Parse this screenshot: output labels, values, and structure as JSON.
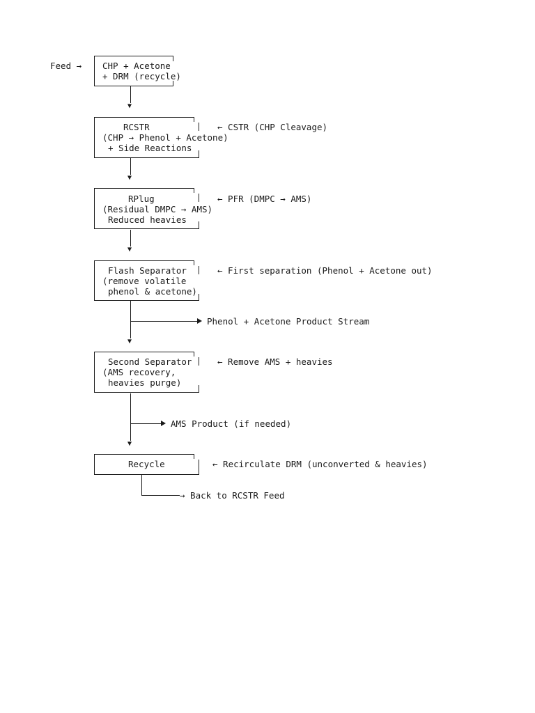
{
  "feed_label": "Feed →",
  "nodes": [
    {
      "lines": [
        "CHP + Acetone",
        "+ DRM (recycle)"
      ],
      "note": ""
    },
    {
      "lines": [
        "RCSTR",
        "(CHP → Phenol + Acetone)",
        "+ Side Reactions"
      ],
      "note": "← CSTR (CHP Cleavage)"
    },
    {
      "lines": [
        "RPlug",
        "(Residual DMPC → AMS)",
        "Reduced heavies"
      ],
      "note": "← PFR (DMPC → AMS)"
    },
    {
      "lines": [
        "Flash Separator",
        "(remove volatile",
        "phenol & acetone)"
      ],
      "note": "← First separation (Phenol + Acetone out)"
    },
    {
      "lines": [
        "Second Separator",
        "(AMS recovery,",
        "heavies purge)"
      ],
      "note": "← Remove AMS + heavies"
    },
    {
      "lines": [
        "Recycle"
      ],
      "note": "← Recirculate DRM (unconverted & heavies)"
    }
  ],
  "side_streams": [
    "Phenol + Acetone Product Stream",
    "AMS Product (if needed)"
  ],
  "return_label": "→ Back to RCSTR Feed"
}
